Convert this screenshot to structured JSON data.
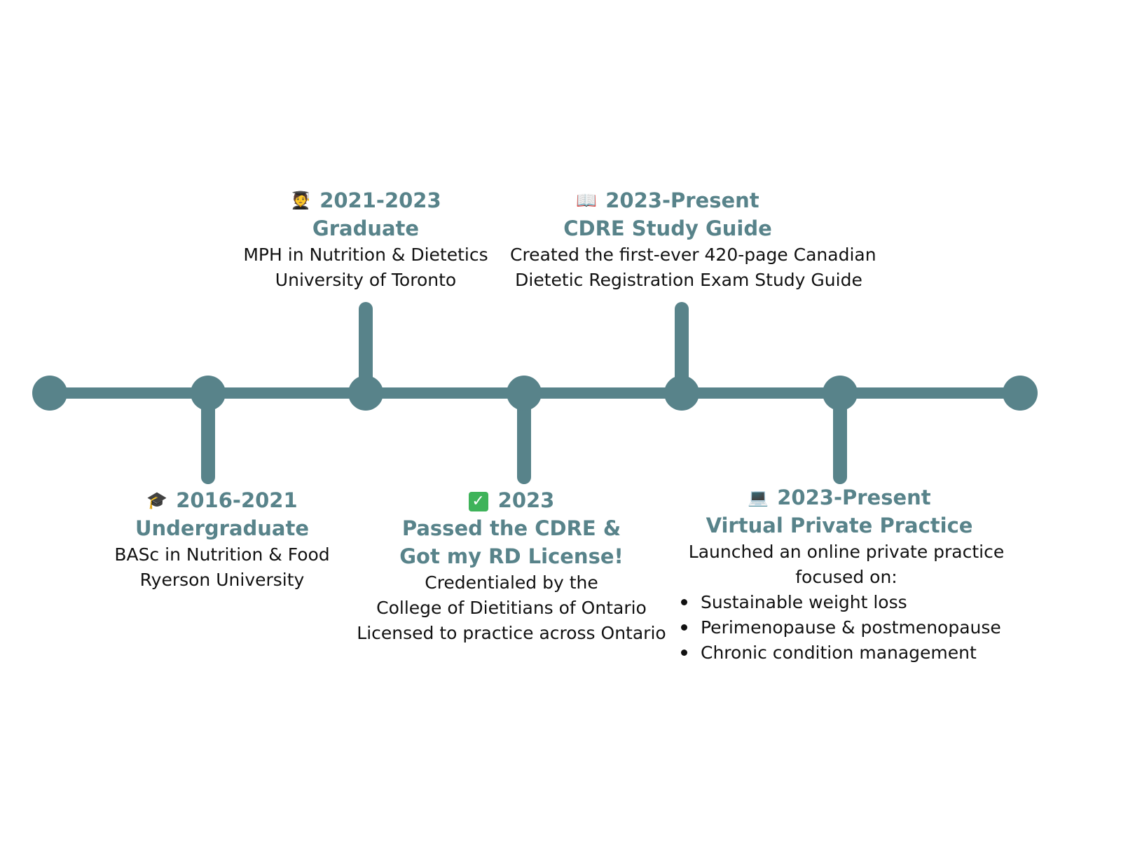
{
  "colors": {
    "timeline": "#58838a",
    "heading": "#58838a",
    "body_text": "#111111",
    "background": "#ffffff"
  },
  "events": [
    {
      "id": "undergrad",
      "icon": "graduation-cap-icon",
      "date": "2016-2021",
      "title": "Undergraduate",
      "lines": [
        "BASc in Nutrition & Food",
        "Ryerson University"
      ]
    },
    {
      "id": "graduate",
      "icon": "student-icon",
      "date": "2021-2023",
      "title": "Graduate",
      "lines": [
        "MPH in Nutrition & Dietetics",
        "University of Toronto"
      ]
    },
    {
      "id": "license",
      "icon": "check-mark-icon",
      "date": "2023",
      "title_lines": [
        "Passed the CDRE &",
        "Got my RD License!"
      ],
      "lines": [
        "Credentialed by the",
        "College of Dietitians of Ontario",
        "Licensed to practice across Ontario"
      ]
    },
    {
      "id": "study-guide",
      "icon": "open-book-icon",
      "date": "2023-Present",
      "title": "CDRE Study Guide",
      "lines": [
        "Created the first-ever 420-page Canadian",
        "Dietetic Registration Exam Study Guide"
      ]
    },
    {
      "id": "practice",
      "icon": "laptop-icon",
      "date": "2023-Present",
      "title": "Virtual Private Practice",
      "lines": [
        "Launched an online private practice",
        "focused on:"
      ],
      "bullets": [
        "Sustainable weight loss",
        "Perimenopause & postmenopause",
        "Chronic condition management"
      ]
    }
  ]
}
